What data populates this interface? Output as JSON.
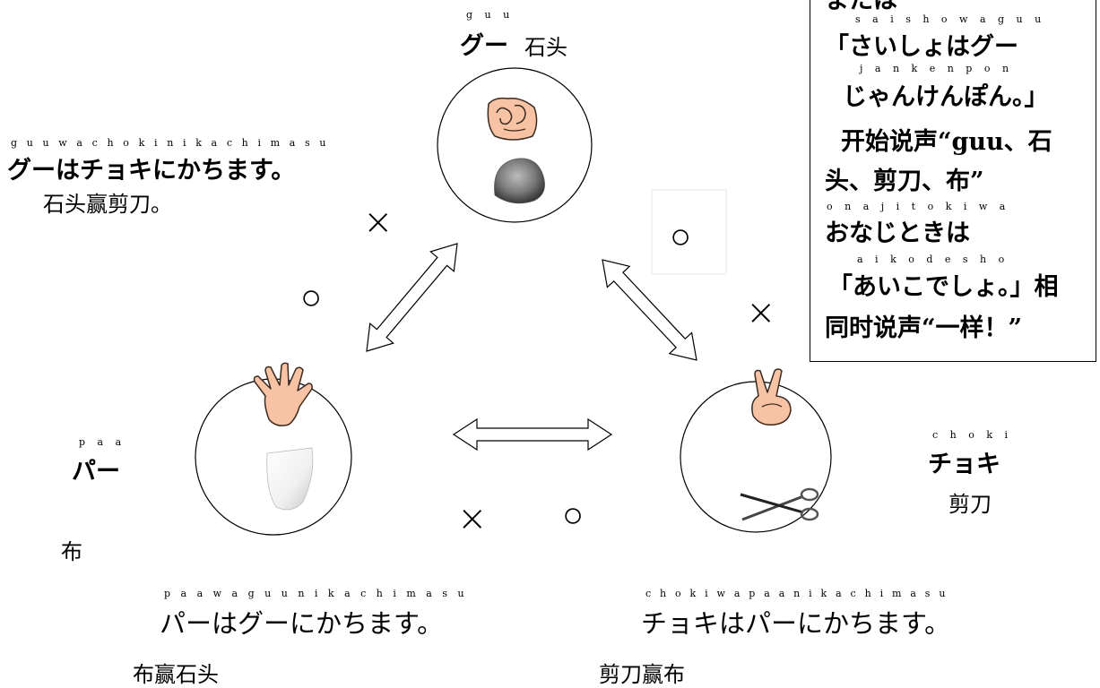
{
  "nodes": {
    "rock": {
      "ruby": "g u u",
      "kana": "グー",
      "cn": "石头"
    },
    "paper": {
      "ruby": "p a a",
      "kana": "パー",
      "cn": "布"
    },
    "scissors": {
      "ruby": "c h o k i",
      "kana": "チョキ",
      "cn": "剪刀"
    }
  },
  "rules": {
    "rock_beats": {
      "ruby": "g u u w a c h o k i n i k a c h i m a s u",
      "jp": "グーはチョキにかちます。",
      "cn": "石头赢剪刀。"
    },
    "paper_beats": {
      "ruby": "p a a w a g u u n i k a c h i m a s u",
      "jp": "パーはグーにかちます。",
      "cn": "布赢石头"
    },
    "scissors_beats": {
      "ruby": "c h o k i w a p a a n i k a c h i m a s u",
      "jp": "チョキはパーにかちます。",
      "cn": "剪刀赢布"
    }
  },
  "marks": {
    "win": "○",
    "lose": "×"
  },
  "box": {
    "line0": "または",
    "ruby1": "s a i s h o w a g u u",
    "line1": "「さいしょはグー",
    "ruby2": "j a n k e n p o n",
    "line2": "じゃんけんぽん。」",
    "line3": "开始说声“guu、石",
    "line4": "头、剪刀、布”",
    "ruby5": "o n a j i t o k i w a",
    "line5": "おなじときは",
    "ruby6": "a i k o d e s h o",
    "line6": "「あいこでしょ。」相",
    "line7": "同时说声“一样！”"
  }
}
